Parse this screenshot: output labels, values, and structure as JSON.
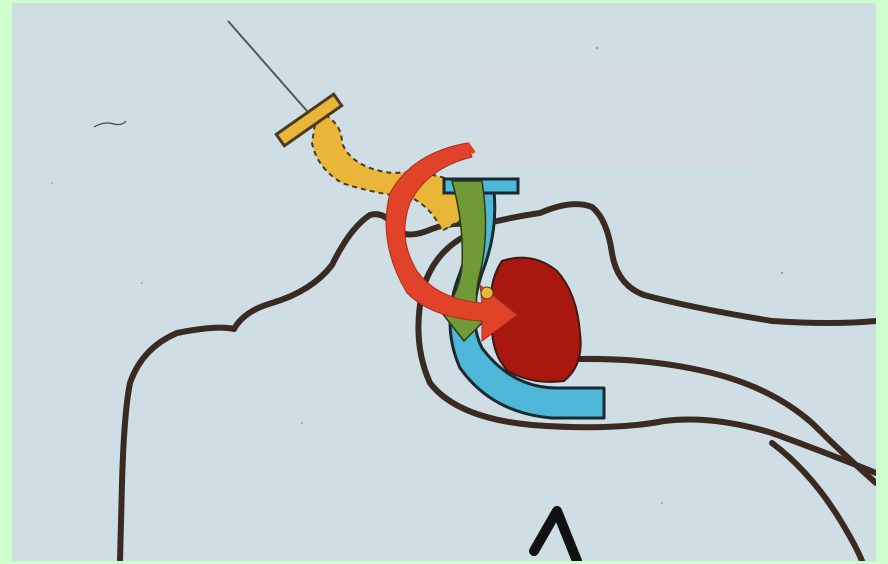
{
  "colors": {
    "page_background": "#ccffcc",
    "slide_background": "#cfdde4",
    "outline": "#3a2a22",
    "needle_hub": "#e9b63a",
    "tube": "#4fb8d8",
    "flow_arrow_green": "#6f9a36",
    "flow_arrow_red": "#e0432a",
    "chamber": "#a9180e",
    "pointer_arrow": "#111111"
  },
  "icons": {
    "needle": "needle-line",
    "hub": "syringe-hub",
    "tube": "curved-cannula",
    "arrow": "black-chevron-arrow"
  }
}
